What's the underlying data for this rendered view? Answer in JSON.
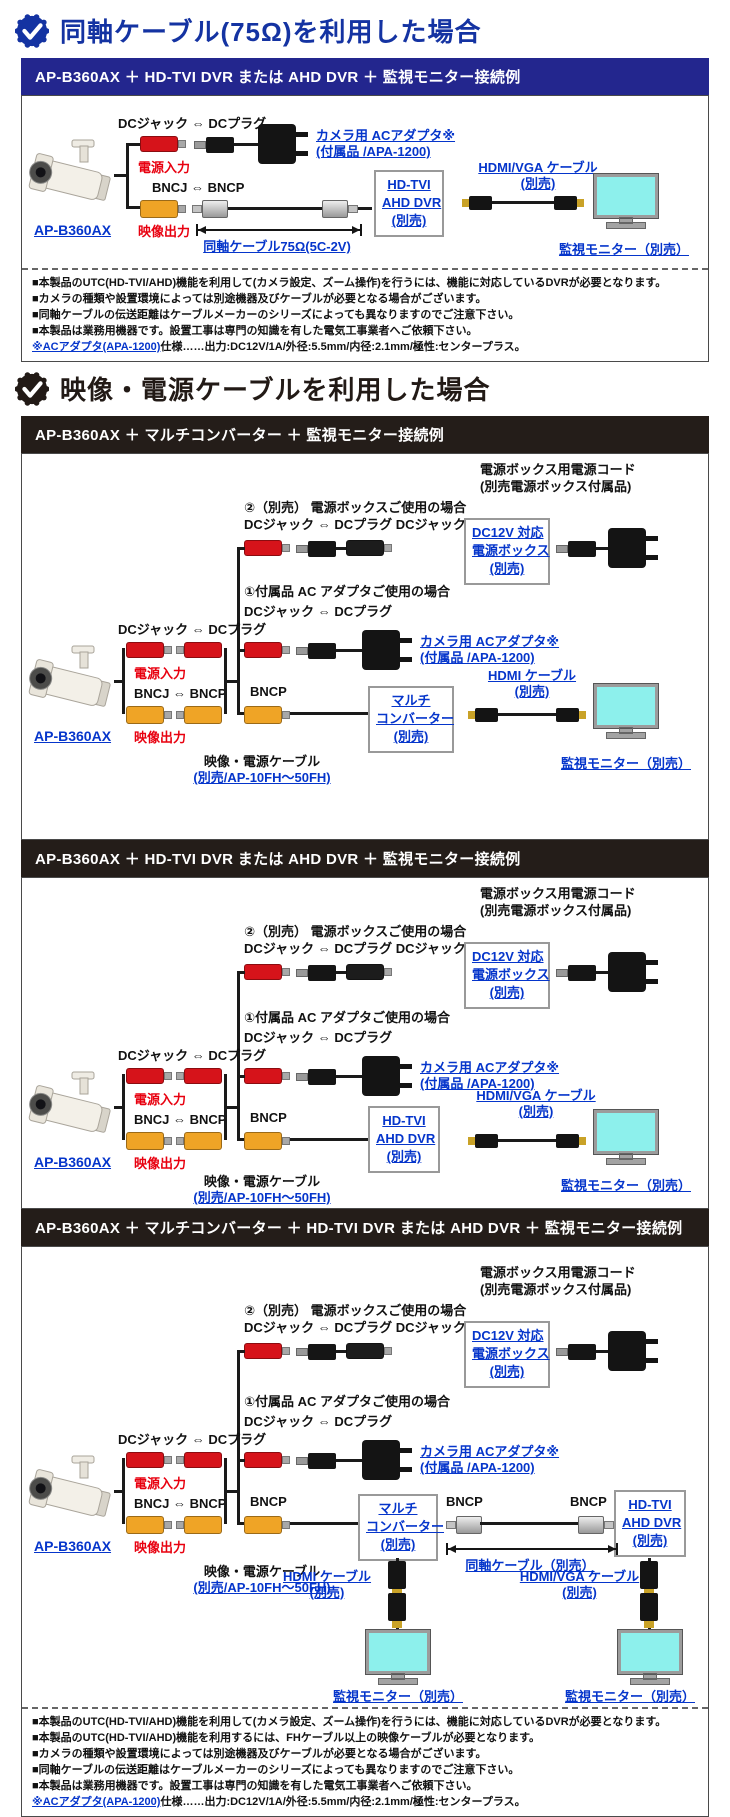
{
  "s1": {
    "title": "同軸ケーブル(75Ω)を利用した場合",
    "header": "AP-B360AX ＋ HD-TVI DVR または AHD DVR ＋ 監視モニター接続例",
    "dc_pair": "DCジャック ⇔ DCプラグ",
    "power_in": "電源入力",
    "ac1": "カメラ用 ACアダプタ※",
    "ac2": "(付属品 /APA-1200)",
    "camera": "AP-B360AX",
    "bnc_pair": "BNCJ ⇔ BNCP",
    "video_out": "映像出力",
    "coax": "同軸ケーブル75Ω(5C-2V)",
    "dvr1": "HD-TVI",
    "dvr2": "AHD DVR",
    "dvr3": "(別売)",
    "hv1": "HDMI/VGA ケーブル",
    "hv2": "(別売)",
    "monitor": "監視モニター（別売）",
    "notes": {
      "n1": "■本製品のUTC(HD-TVI/AHD)機能を利用して(カメラ設定、ズーム操作)を行うには、機能に対応しているDVRが必要となります。",
      "n2": "■カメラの種類や設置環境によっては別途機器及びケーブルが必要となる場合がございます。",
      "n3": "■同軸ケーブルの伝送距離はケーブルメーカーのシリーズによっても異なりますのでご注意下さい。",
      "n4": "■本製品は業務用機器です。設置工事は専門の知識を有した電気工事業者へご依頼下さい。",
      "ac_link": "※ACアダプタ(APA-1200)",
      "ac_rest": "仕様……出力:DC12V/1A/外径:5.5mm/内径:2.1mm/極性:センタープラス。"
    }
  },
  "s2": {
    "title": "映像・電源ケーブルを利用した場合",
    "h1": "AP-B360AX ＋ マルチコンバーター ＋ 監視モニター接続例",
    "h2": "AP-B360AX ＋ HD-TVI DVR または AHD DVR ＋ 監視モニター接続例",
    "h3": "AP-B360AX ＋ マルチコンバーター ＋ HD-TVI DVR または AHD DVR ＋ 監視モニター接続例",
    "c": {
      "case2a": "②（別売） 電源ボックスご使用の場合",
      "case2b": "DCジャック ⇔ DCプラグ DCジャック",
      "pb1": "DC12V 対応",
      "pb2": "電源ボックス",
      "pb3": "(別売)",
      "cord1": "電源ボックス用電源コード",
      "cord2": "(別売電源ボックス付属品)",
      "case1a": "①付属品 AC アダプタご使用の場合",
      "case1b": "DCジャック ⇔ DCプラグ",
      "dc_pair": "DCジャック ⇔ DCプラグ",
      "power_in": "電源入力",
      "bnc_pair": "BNCJ ⇔ BNCP",
      "video_out": "映像出力",
      "camera": "AP-B360AX",
      "bncp": "BNCP",
      "ac1": "カメラ用 ACアダプタ※",
      "ac2": "(付属品 /APA-1200)",
      "av1": "映像・電源ケーブル",
      "av2": "(別売/AP-10FH～50FH)",
      "mc1": "マルチ",
      "mc2": "コンバーター",
      "mc3": "(別売)",
      "dvr1": "HD-TVI",
      "dvr2": "AHD DVR",
      "dvr3": "(別売)",
      "hd1": "HDMI ケーブル",
      "hv1": "HDMI/VGA ケーブル",
      "sold": "(別売)",
      "coax_sold": "同軸ケーブル（別売）",
      "monitor": "監視モニター（別売）"
    },
    "notes": {
      "n1": "■本製品のUTC(HD-TVI/AHD)機能を利用して(カメラ設定、ズーム操作)を行うには、機能に対応しているDVRが必要となります。",
      "n2": "■本製品のUTC(HD-TVI/AHD)機能を利用するには、FHケーブル以上の映像ケーブルが必要となります。",
      "n3": "■カメラの種類や設置環境によっては別途機器及びケーブルが必要となる場合がございます。",
      "n4": "■同軸ケーブルの伝送距離はケーブルメーカーのシリーズによっても異なりますのでご注意下さい。",
      "n5": "■本製品は業務用機器です。設置工事は専門の知識を有した電気工事業者へご依頼下さい。",
      "ac_link": "※ACアダプタ(APA-1200)",
      "ac_rest": "仕様……出力:DC12V/1A/外径:5.5mm/内径:2.1mm/極性:センタープラス。"
    }
  }
}
